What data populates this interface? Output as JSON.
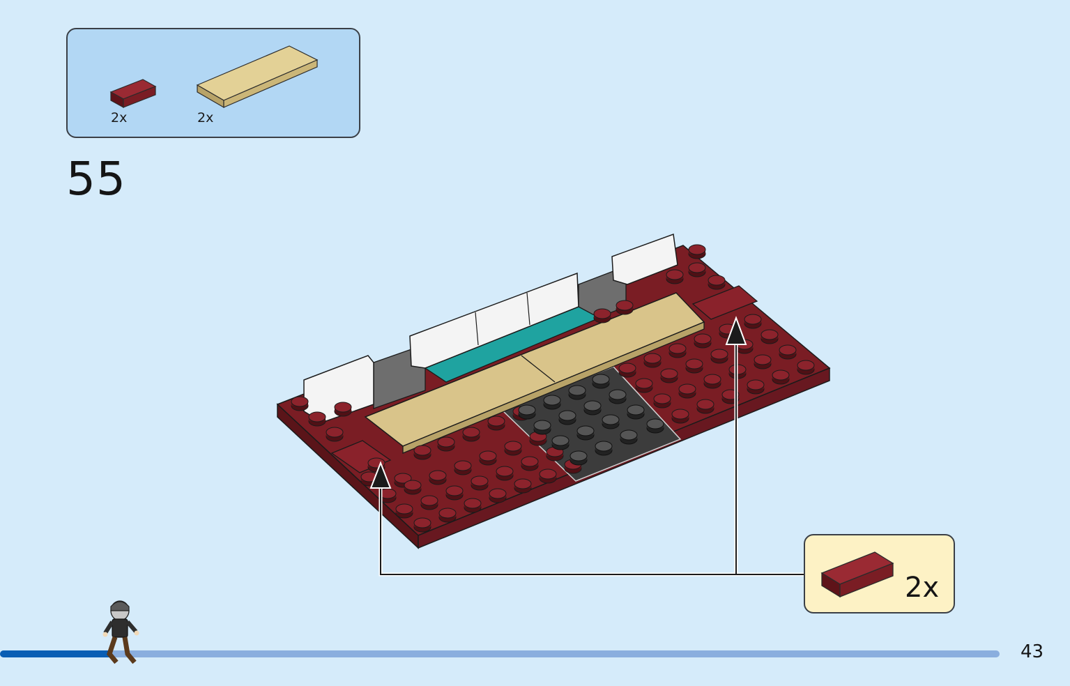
{
  "parts_list": {
    "items": [
      {
        "name": "dark-red-tile-1x2",
        "quantity": "2x",
        "color": "#7a1d24"
      },
      {
        "name": "tan-tile-2x6",
        "quantity": "2x",
        "color": "#d9c48a"
      }
    ]
  },
  "step": {
    "number": "55"
  },
  "callout": {
    "quantity": "2x",
    "color": "#7a1d24"
  },
  "progress": {
    "fraction": 0.11
  },
  "page": {
    "number": "43"
  },
  "colors": {
    "background": "#d5ebfa",
    "parts_box": "#b2d7f4",
    "callout_box": "#fdf2c5",
    "dark_red": "#7a1d24",
    "tan": "#d9c48a",
    "teal": "#1fa3a0",
    "dark_gray": "#3c3c3c",
    "white": "#f4f4f4",
    "progress_fill": "#0a5eb4",
    "progress_track": "#8aaede"
  }
}
